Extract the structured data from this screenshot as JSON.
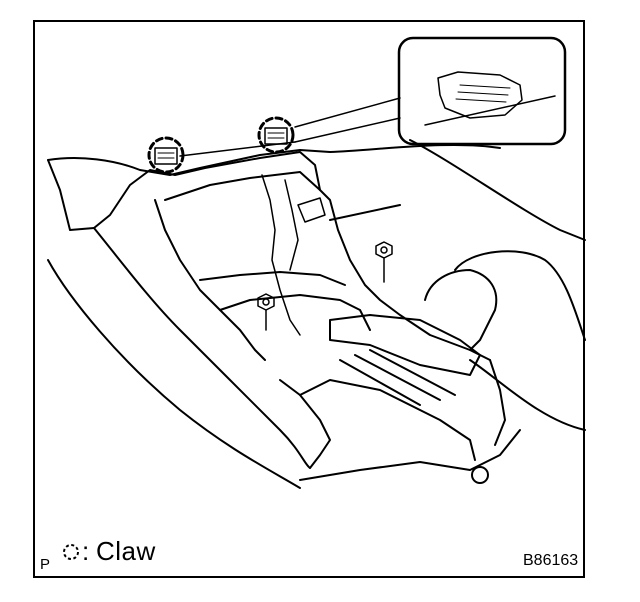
{
  "legend": {
    "prefix": "P",
    "colon": ":",
    "label": "Claw",
    "icon": "dashed-circle-icon"
  },
  "figure_code": "B86163",
  "colors": {
    "line": "#000000",
    "background": "#ffffff"
  }
}
